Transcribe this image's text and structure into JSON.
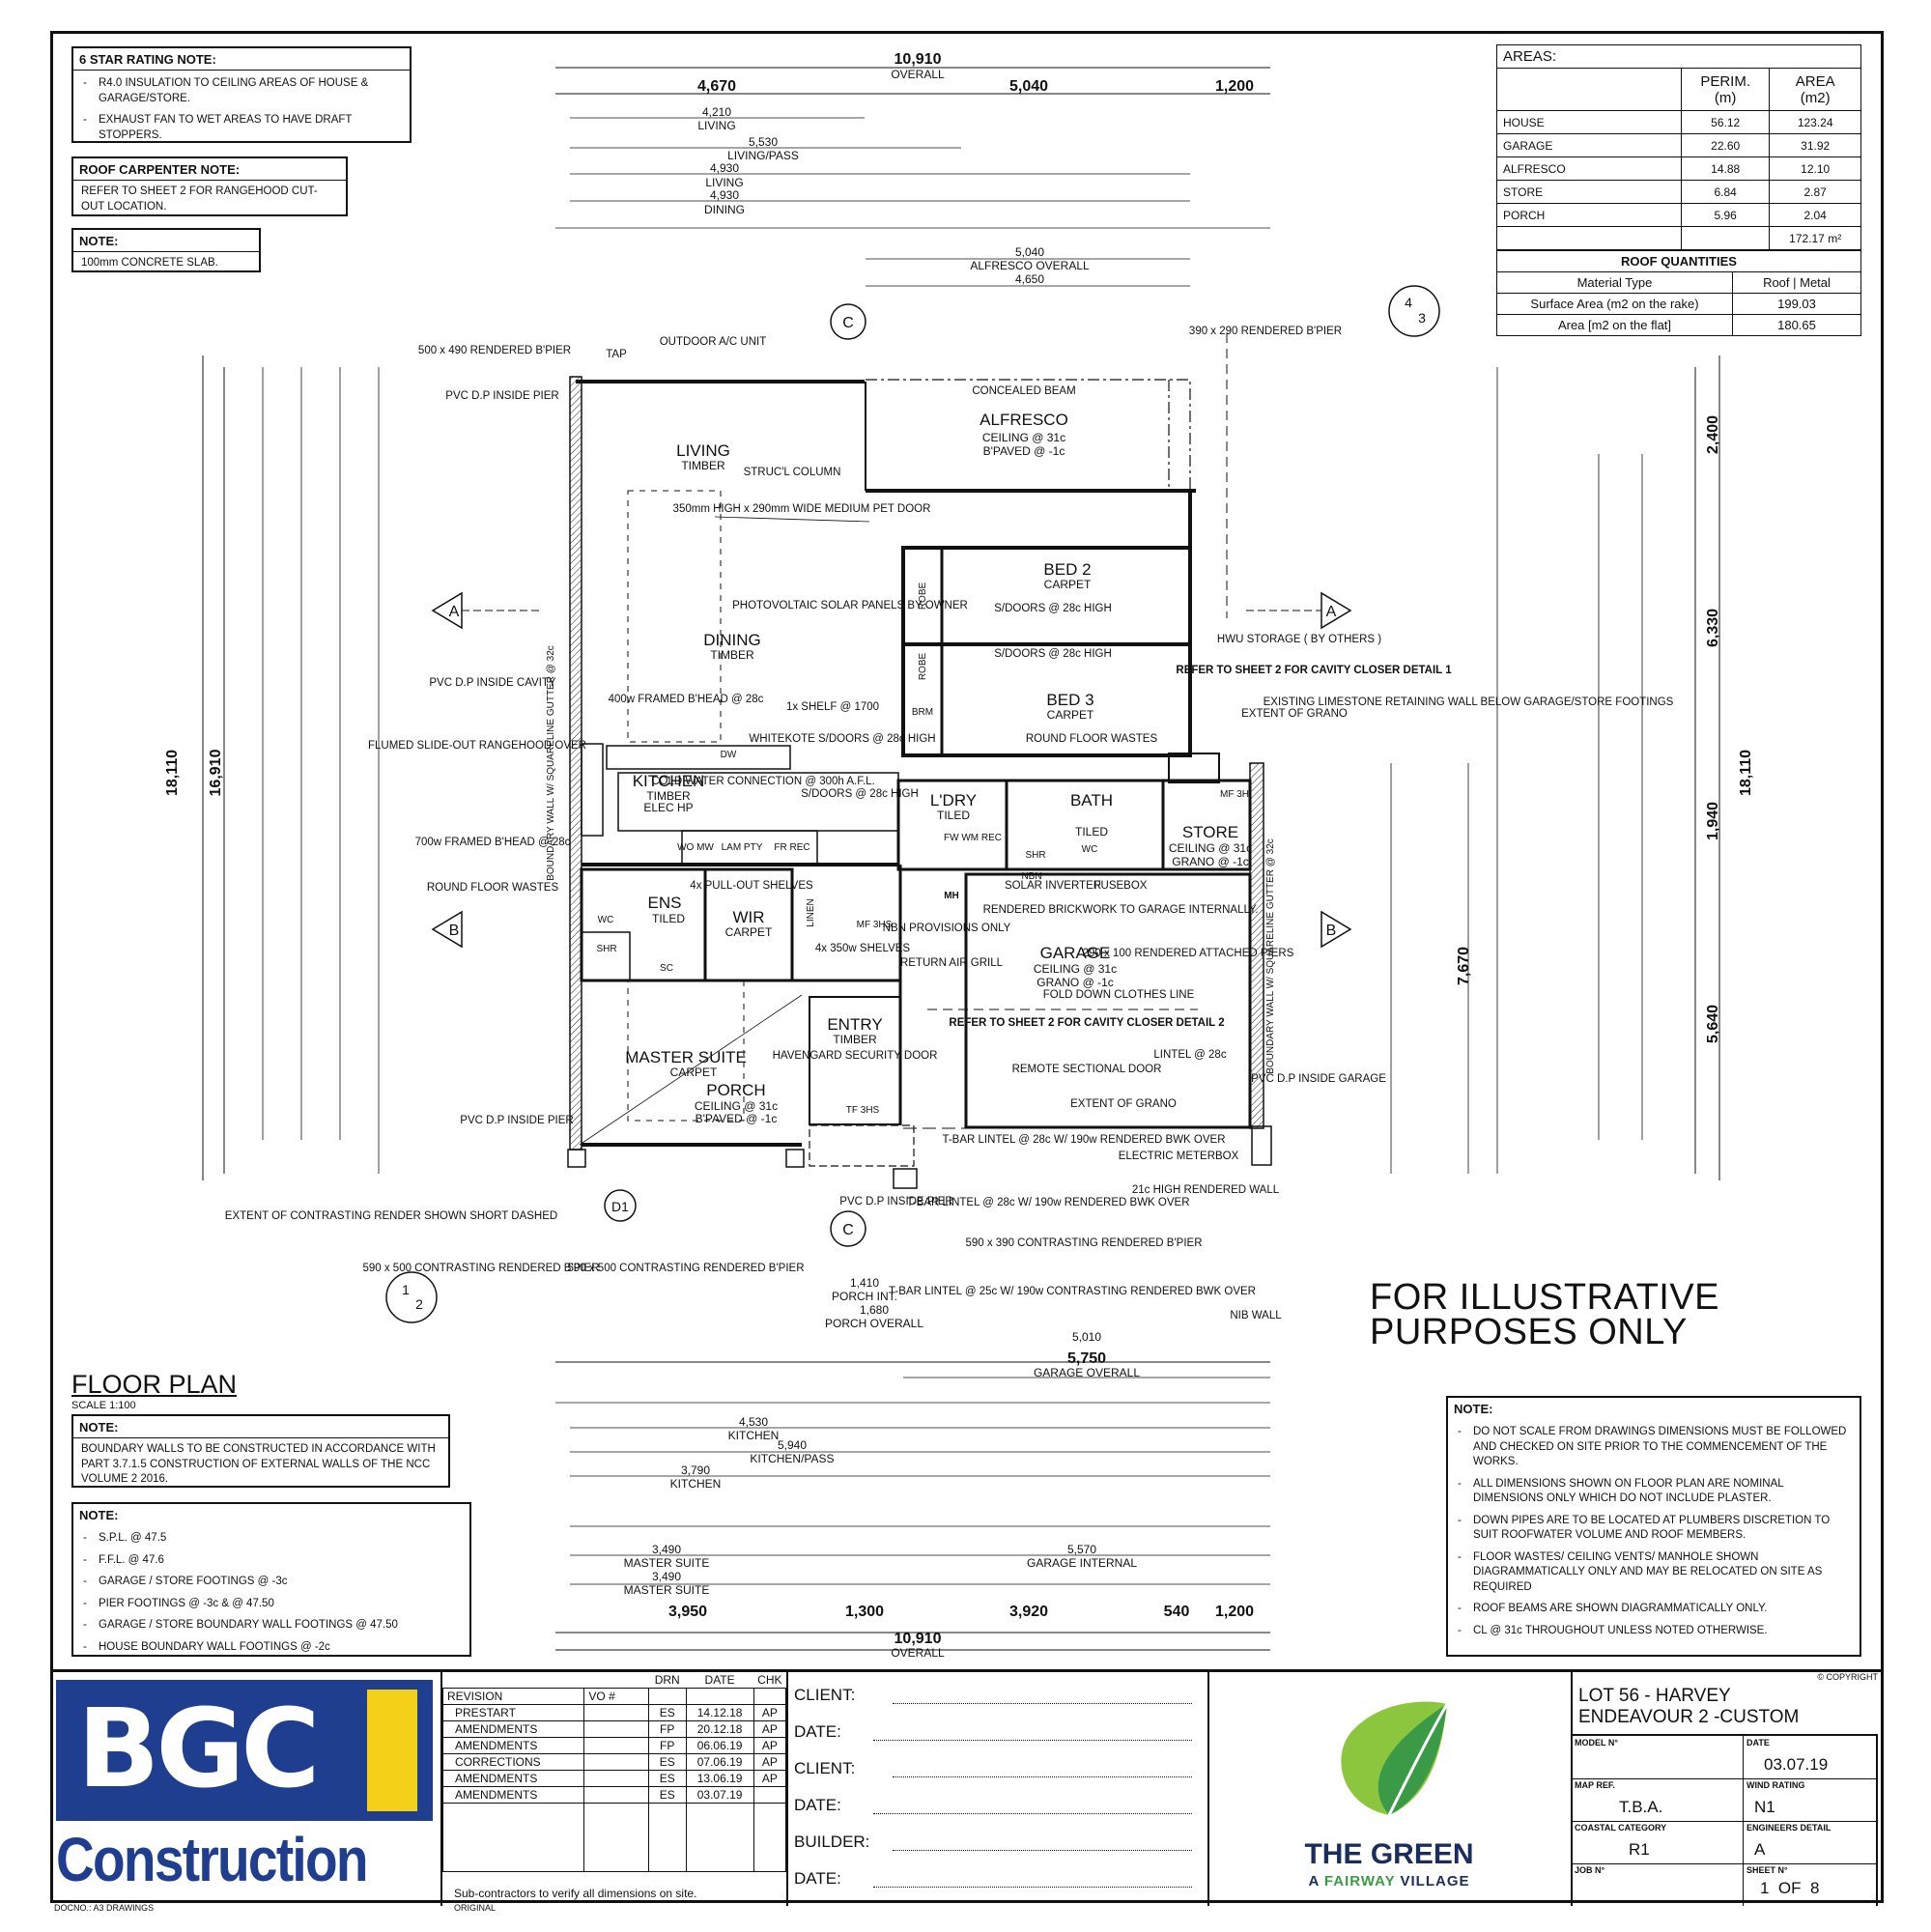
{
  "notes": {
    "star_rating": {
      "title": "6 STAR RATING NOTE:",
      "items": [
        "R4.0 INSULATION TO CEILING AREAS OF HOUSE & GARAGE/STORE.",
        "EXHAUST FAN TO WET AREAS TO HAVE DRAFT STOPPERS."
      ]
    },
    "roof_carpenter": {
      "title": "ROOF CARPENTER NOTE:",
      "body": "REFER TO SHEET 2 FOR RANGEHOOD CUT-OUT LOCATION."
    },
    "slab": {
      "title": "NOTE:",
      "body": "100mm CONCRETE SLAB."
    },
    "boundary": {
      "title": "NOTE:",
      "body": "BOUNDARY WALLS TO BE CONSTRUCTED IN ACCORDANCE WITH PART 3.7.1.5 CONSTRUCTION OF EXTERNAL WALLS OF THE NCC VOLUME 2 2016."
    },
    "levels": {
      "title": "NOTE:",
      "items": [
        "S.P.L. @ 47.5",
        "F.F.L. @ 47.6",
        "GARAGE / STORE FOOTINGS @ -3c",
        "PIER FOOTINGS @ -3c & @ 47.50",
        "GARAGE / STORE BOUNDARY WALL FOOTINGS @ 47.50",
        "HOUSE BOUNDARY WALL FOOTINGS @ -2c"
      ]
    },
    "general": {
      "title": "NOTE:",
      "items": [
        "DO NOT SCALE FROM DRAWINGS DIMENSIONS MUST BE FOLLOWED AND CHECKED ON SITE PRIOR TO THE COMMENCEMENT OF THE WORKS.",
        "ALL DIMENSIONS SHOWN ON FLOOR PLAN ARE NOMINAL DIMENSIONS ONLY WHICH DO NOT INCLUDE PLASTER.",
        "DOWN PIPES ARE TO BE LOCATED AT PLUMBERS DISCRETION TO SUIT ROOFWATER VOLUME AND ROOF MEMBERS.",
        "FLOOR WASTES/ CEILING VENTS/ MANHOLE SHOWN DIAGRAMMATICALLY ONLY AND MAY BE RELOCATED ON SITE AS REQUIRED",
        "ROOF BEAMS ARE SHOWN DIAGRAMMATICALLY ONLY.",
        "CL @ 31c THROUGHOUT UNLESS NOTED OTHERWISE."
      ]
    }
  },
  "areas": {
    "title": "AREAS:",
    "col_perim": "PERIM.",
    "col_perim_unit": "(m)",
    "col_area": "AREA",
    "col_area_unit": "(m2)",
    "rows": [
      {
        "name": "HOUSE",
        "perim": "56.12",
        "area": "123.24"
      },
      {
        "name": "GARAGE",
        "perim": "22.60",
        "area": "31.92"
      },
      {
        "name": "ALFRESCO",
        "perim": "14.88",
        "area": "12.10"
      },
      {
        "name": "STORE",
        "perim": "6.84",
        "area": "2.87"
      },
      {
        "name": "PORCH",
        "perim": "5.96",
        "area": "2.04"
      }
    ],
    "total": "172.17 m²"
  },
  "roof": {
    "title": "ROOF QUANTITIES",
    "col_type": "Material Type",
    "col_val": "Roof | Metal",
    "rows": [
      {
        "label": "Surface Area (m2 on the rake)",
        "value": "199.03"
      },
      {
        "label": "Area [m2 on the flat]",
        "value": "180.65"
      }
    ]
  },
  "illustrative": {
    "line1": "FOR ILLUSTRATIVE",
    "line2": "PURPOSES ONLY"
  },
  "floor_plan": {
    "title": "FLOOR PLAN",
    "scale": "SCALE 1:100"
  },
  "plan": {
    "rooms": [
      {
        "name": "ALFRESCO",
        "sub": "CEILING @ 31c",
        "sub2": "B'PAVED @ -1c"
      },
      {
        "name": "LIVING",
        "sub": "TIMBER"
      },
      {
        "name": "DINING",
        "sub": "TIMBER"
      },
      {
        "name": "KITCHEN",
        "sub": "TIMBER",
        "sub2": "ELEC HP"
      },
      {
        "name": "BED 2",
        "sub": "CARPET"
      },
      {
        "name": "BED 3",
        "sub": "CARPET"
      },
      {
        "name": "L'DRY",
        "sub": "TILED"
      },
      {
        "name": "BATH",
        "sub": "TILED"
      },
      {
        "name": "STORE",
        "sub": "CEILING @ 31c",
        "sub2": "GRANO @ -1c"
      },
      {
        "name": "ENS",
        "sub": "TILED"
      },
      {
        "name": "WIR",
        "sub": "CARPET"
      },
      {
        "name": "GARAGE",
        "sub": "CEILING @ 31c",
        "sub2": "GRANO @ -1c"
      },
      {
        "name": "ENTRY",
        "sub": "TIMBER"
      },
      {
        "name": "MASTER SUITE",
        "sub": "CARPET"
      },
      {
        "name": "PORCH",
        "sub": "CEILING @ 31c",
        "sub2": "B'PAVED @ -1c"
      }
    ],
    "labels": {
      "overall_top": "10,910",
      "overall_word": "OVERALL",
      "top_seg1": "4,670",
      "top_seg2": "5,040",
      "top_seg3": "1,200",
      "alfresco_overall_num": "5,040",
      "alfresco_overall": "ALFRESCO OVERALL",
      "alfresco_overall_inner": "4,650",
      "concealed_beam": "CONCEALED BEAM",
      "outdoor_ac": "OUTDOOR A/C UNIT",
      "tap": "TAP",
      "pv": "PHOTOVOLTAIC SOLAR PANELS BY OWNER",
      "strucl": "STRUC'L COLUMN",
      "pet_door": "350mm HIGH x 290mm WIDE MEDIUM PET DOOR",
      "sdoors_bed2": "S/DOORS @ 28c HIGH",
      "sdoors_bed3": "S/DOORS @ 28c HIGH",
      "hwu": "HWU STORAGE ( BY OTHERS )",
      "cavity1": "REFER TO SHEET 2 FOR CAVITY CLOSER DETAIL 1",
      "extent_grano": "EXTENT OF GRANO",
      "limestone": "EXISTING LIMESTONE RETAINING WALL BELOW GARAGE/STORE FOOTINGS",
      "render_pier_tl": "500 x 490 RENDERED B'PIER",
      "pvc_inside_pier": "PVC D.P INSIDE PIER",
      "render_pier_tr": "390 x 290 RENDERED B'PIER",
      "pvc_cavity": "PVC D.P INSIDE CAVITY",
      "flumed": "FLUMED SLIDE-OUT RANGEHOOD OVER",
      "framed400": "400w FRAMED B'HEAD @ 28c",
      "shelf": "1x SHELF @ 1700",
      "whitekote": "WHITEKOTE S/DOORS @ 28c HIGH",
      "round_wastes": "ROUND FLOOR WASTES",
      "cold_water": "COLD WATER CONNECTION @ 300h A.F.L.",
      "sdoors_ldry": "S/DOORS @ 28c HIGH",
      "framed700": "700w FRAMED B'HEAD @ 28c",
      "round_wastes2": "ROUND FLOOR WASTES",
      "pullout": "4x PULL-OUT SHELVES",
      "shelves350": "4x 350w SHELVES",
      "nbn": "NBN PROVISIONS ONLY",
      "return_air": "RETURN AIR GRILL",
      "solar_inverter": "SOLAR INVERTER",
      "fusebox": "FUSEBOX",
      "rendered_brick": "RENDERED BRICKWORK TO GARAGE INTERNALLY.",
      "attached_piers": "290 x 100 RENDERED ATTACHED PIERS",
      "clothes_line": "FOLD DOWN CLOTHES LINE",
      "cavity2": "REFER TO SHEET 2 FOR CAVITY CLOSER DETAIL 2",
      "remote_door": "REMOTE SECTIONAL DOOR",
      "lintel28": "LINTEL @ 28c",
      "pvc_garage": "PVC D.P INSIDE GARAGE",
      "extent_grano2": "EXTENT OF GRANO",
      "boundary_wall_left": "BOUNDARY WALL W/ SQUARELINE GUTTER @ 32c",
      "boundary_wall_right": "BOUNDARY WALL W/ SQUARELINE GUTTER @ 32c",
      "havengard": "HAVENGARD SECURITY DOOR",
      "pvc_pier_porch": "PVC D.P INSIDE PIER",
      "tbar1": "T-BAR LINTEL @ 28c W/ 190w RENDERED BWK OVER",
      "tbar2": "T-BAR LINTEL @ 28c W/ 190w RENDERED BWK OVER",
      "meterbox": "ELECTRIC METERBOX",
      "high21": "21c HIGH RENDERED WALL",
      "contrasting_pier": "590 x 390 CONTRASTING RENDERED B'PIER",
      "tbar3": "T-BAR LINTEL @ 25c W/ 190w CONTRASTING RENDERED BWK OVER",
      "extent_render": "EXTENT OF CONTRASTING RENDER SHOWN SHORT DASHED",
      "pier590_l": "590 x 500 CONTRASTING RENDERED B'PIER",
      "pier590_m": "590 x 500 CONTRASTING RENDERED B'PIER",
      "pvc_pier_bottom": "PVC D.P INSIDE PIER",
      "nib_wall": "NIB WALL",
      "mf3h": "MF 3H",
      "tf3hs": "TF 3HS",
      "mf3hs": "MF 3HS",
      "robe": "ROBE",
      "brm": "BRM",
      "linen": "LINEN",
      "dw": "DW",
      "wo_mw": "WO MW",
      "lam_pty": "LAM PTY",
      "fr_rec": "FR REC",
      "fw_wm_rec": "FW WM REC",
      "shr": "SHR",
      "wc": "WC",
      "mh": "MH",
      "nbn_box": "NBN",
      "sc": "SC",
      "porch_overall_num": "1,680",
      "porch_overall": "PORCH OVERALL",
      "porch_int_num": "1,410",
      "porch_int": "PORCH INT.",
      "garage_overall_num": "5,750",
      "garage_overall": "GARAGE OVERALL",
      "garage_overall_inner": "5,010",
      "left_overall": "18,110",
      "left_overall_inner": "16,910",
      "right_overall": "18,110",
      "right_seg1": "2,400",
      "right_seg2": "6,330",
      "right_seg3": "1,940",
      "right_seg4": "5,640",
      "mid_overall": "7,670",
      "bottom_overall": "10,910",
      "bottom_seg1": "3,950",
      "bottom_seg2": "1,300",
      "bottom_seg3": "3,920",
      "bottom_seg4": "540",
      "bottom_seg5": "1,200",
      "sec_a": "A",
      "sec_b": "B",
      "sec_c": "C",
      "d1": "D1",
      "det1": "1",
      "det2": "2",
      "det4": "4",
      "det3": "3"
    },
    "dim_rows_top": [
      {
        "v": "4,210",
        "l": "LIVING"
      },
      {
        "v": "5,530",
        "l": "LIVING/PASS"
      },
      {
        "v": "4,930",
        "l": "LIVING"
      },
      {
        "v": "4,930",
        "l": "DINING"
      }
    ],
    "dim_rows_bottom": [
      {
        "v": "4,530",
        "l": "KITCHEN"
      },
      {
        "v": "5,940",
        "l": "KITCHEN/PASS"
      },
      {
        "v": "3,790",
        "l": "KITCHEN"
      },
      {
        "v": "3,490",
        "l": "MASTER SUITE"
      },
      {
        "v": "3,490",
        "l": "MASTER SUITE"
      },
      {
        "v": "5,570",
        "l": "GARAGE INTERNAL"
      }
    ]
  },
  "title_block": {
    "brand_top": "BGC",
    "brand_bottom": "Construction",
    "rev_cols": [
      "REVISION",
      "VO #",
      "DRN",
      "DATE",
      "CHK"
    ],
    "revisions": [
      {
        "rev": "PRESTART",
        "drn": "ES",
        "date": "14.12.18",
        "chk": "AP"
      },
      {
        "rev": "AMENDMENTS",
        "drn": "FP",
        "date": "20.12.18",
        "chk": "AP"
      },
      {
        "rev": "AMENDMENTS",
        "drn": "FP",
        "date": "06.06.19",
        "chk": "AP"
      },
      {
        "rev": "CORRECTIONS",
        "drn": "ES",
        "date": "07.06.19",
        "chk": "AP"
      },
      {
        "rev": "AMENDMENTS",
        "drn": "ES",
        "date": "13.06.19",
        "chk": "AP"
      },
      {
        "rev": "AMENDMENTS",
        "drn": "ES",
        "date": "03.07.19",
        "chk": ""
      }
    ],
    "subcontractors": "Sub-contractors to verify all dimensions on site.",
    "client1": "CLIENT:",
    "date1": "DATE:",
    "client2": "CLIENT:",
    "date2": "DATE:",
    "builder": "BUILDER:",
    "date3": "DATE:",
    "logo_name": "THE GREEN",
    "logo_tag_a": "A ",
    "logo_tag_b": "FAIRWAY",
    "logo_tag_c": " VILLAGE",
    "copyright": "© COPYRIGHT",
    "lot": "LOT 56 - HARVEY",
    "design": "ENDEAVOUR 2 -CUSTOM",
    "model_lbl": "MODEL N°",
    "model_val": "",
    "date_lbl": "DATE",
    "date_val": "03.07.19",
    "map_lbl": "MAP REF.",
    "map_val": "T.B.A.",
    "wind_lbl": "WIND RATING",
    "wind_val": "N1",
    "coastal_lbl": "COASTAL CATEGORY",
    "coastal_val": "R1",
    "eng_lbl": "ENGINEERS DETAIL",
    "eng_val": "A",
    "job_lbl": "JOB N°",
    "job_val": "",
    "sheet_lbl": "SHEET N°",
    "sheet_val": "1  OF  8",
    "docno": "DOCNO.: A3 DRAWINGS",
    "original": "ORIGINAL"
  },
  "colors": {
    "bgc_blue": "#1f3e8f",
    "bgc_yellow": "#f4d018",
    "green_logo": "#8cc63f",
    "navy": "#1b2d5a"
  }
}
